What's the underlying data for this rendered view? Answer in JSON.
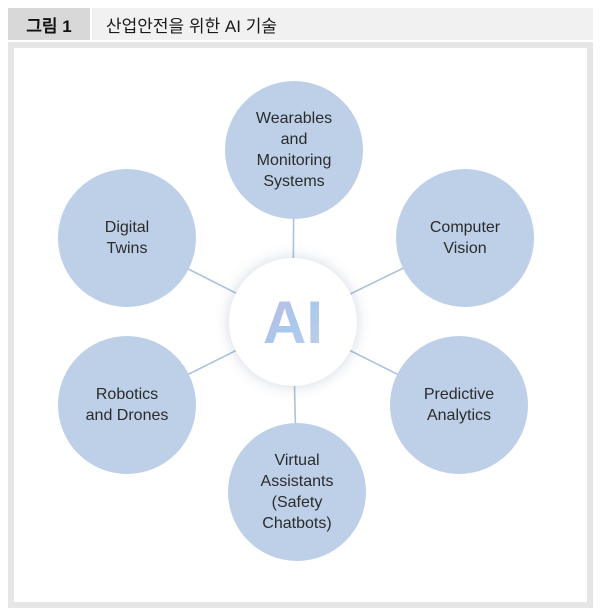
{
  "header": {
    "tag": "그림 1",
    "title": "산업안전을 위한 AI 기술"
  },
  "colors": {
    "node_fill": "#bdd0e8",
    "connector": "#a9c2dd",
    "hub_gradient": [
      "#c9b7e2",
      "#a8c8ec",
      "#c4cfe6"
    ]
  },
  "diagram": {
    "center_label": "AI",
    "nodes": [
      {
        "label": "Wearables\nand\nMonitoring\nSystems"
      },
      {
        "label": "Computer\nVision"
      },
      {
        "label": "Predictive\nAnalytics"
      },
      {
        "label": "Virtual\nAssistants\n(Safety\nChatbots)"
      },
      {
        "label": "Robotics\nand Drones"
      },
      {
        "label": "Digital\nTwins"
      }
    ]
  }
}
